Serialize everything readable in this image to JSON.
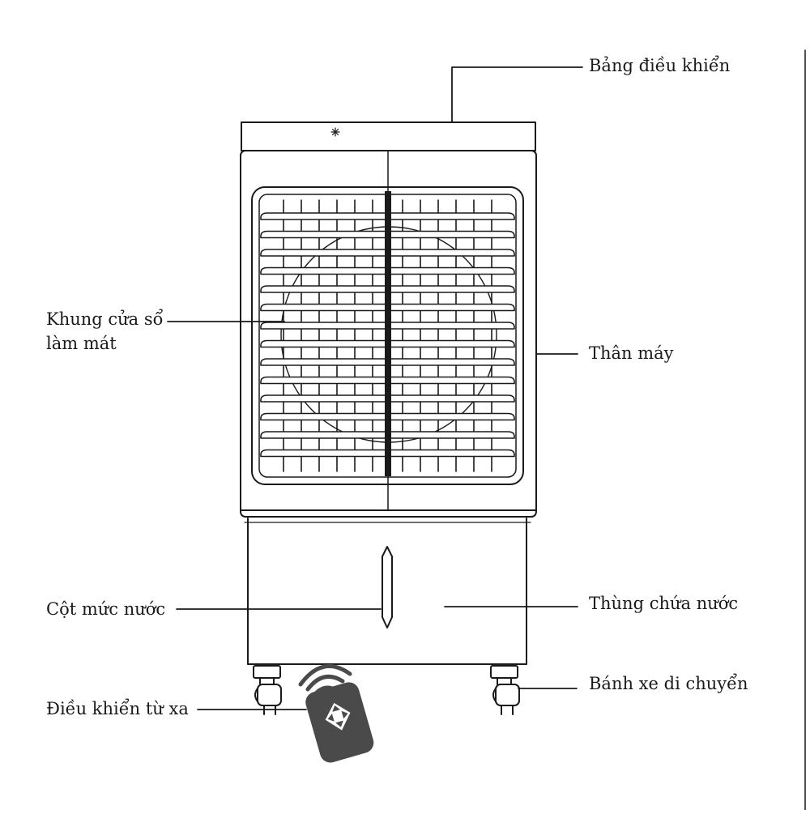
{
  "labels": {
    "control_panel": "Bảng điều khiển",
    "window_frame_line1": "Khung cửa sổ",
    "window_frame_line2": "làm mát",
    "body": "Thân máy",
    "water_level": "Cột mức nước",
    "water_tank": "Thùng chứa nước",
    "remote": "Điều khiển từ xa",
    "wheels": "Bánh xe di chuyển"
  },
  "colors": {
    "line": "#1a1a1a",
    "remote_body": "#4a4a4a",
    "remote_pad": "#ffffff",
    "background": "#ffffff"
  },
  "icons": {
    "control_button": "snowflake-icon",
    "remote_signal": "wifi-signal-icon",
    "remote_dpad": "dpad-arrows-icon"
  }
}
